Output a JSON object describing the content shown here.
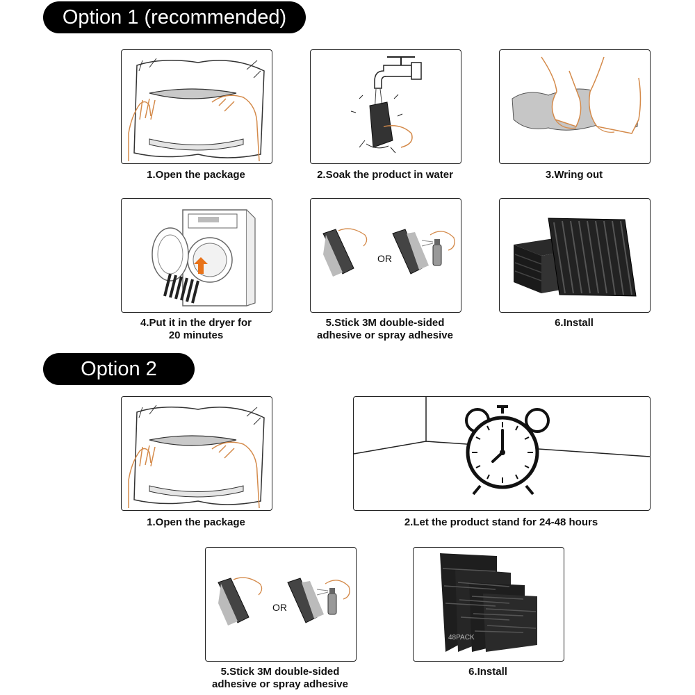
{
  "option1": {
    "title": "Option 1 (recommended)",
    "steps": [
      {
        "caption": "1.Open the package"
      },
      {
        "caption": "2.Soak the product in water"
      },
      {
        "caption": "3.Wring out"
      },
      {
        "caption": "4.Put it in the dryer for\n20 minutes"
      },
      {
        "caption": "5.Stick 3M double-sided\nadhesive or spray adhesive",
        "or_label": "OR"
      },
      {
        "caption": "6.Install"
      }
    ]
  },
  "option2": {
    "title": "Option 2",
    "steps": [
      {
        "caption": "1.Open the package"
      },
      {
        "caption": "2.Let the product stand for 24-48 hours"
      },
      {
        "caption": "5.Stick 3M double-sided\nadhesive or spray adhesive",
        "or_label": "OR"
      },
      {
        "caption": "6.Install",
        "pack_text": "48PACK"
      }
    ]
  }
}
